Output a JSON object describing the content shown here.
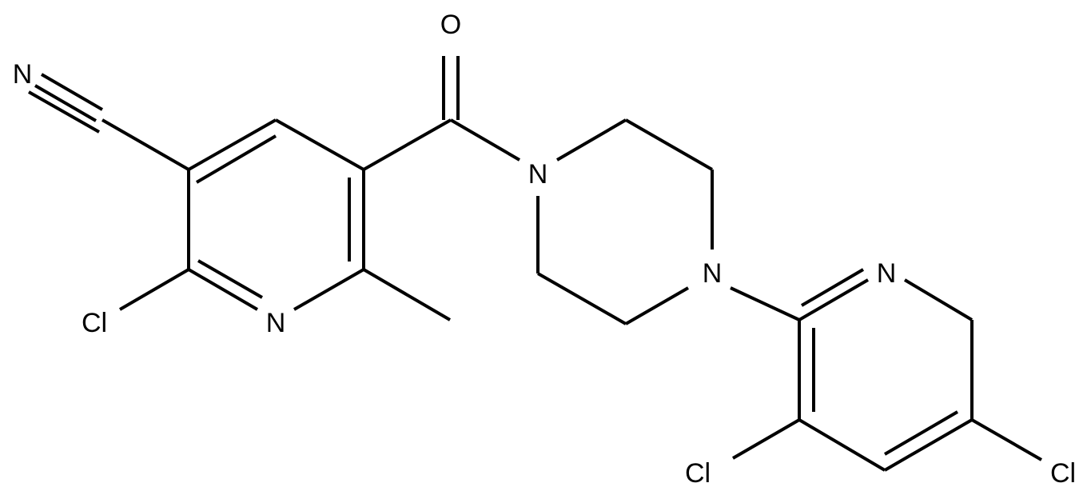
{
  "structure": {
    "atom_labels": {
      "nitrile_n": "N",
      "carbonyl_o": "O",
      "pyridine1_n": "N",
      "chloro_1": "Cl",
      "piperazine_n1": "N",
      "piperazine_n4": "N",
      "pyridine2_n": "N",
      "chloro_2": "Cl",
      "chloro_3": "Cl"
    }
  }
}
